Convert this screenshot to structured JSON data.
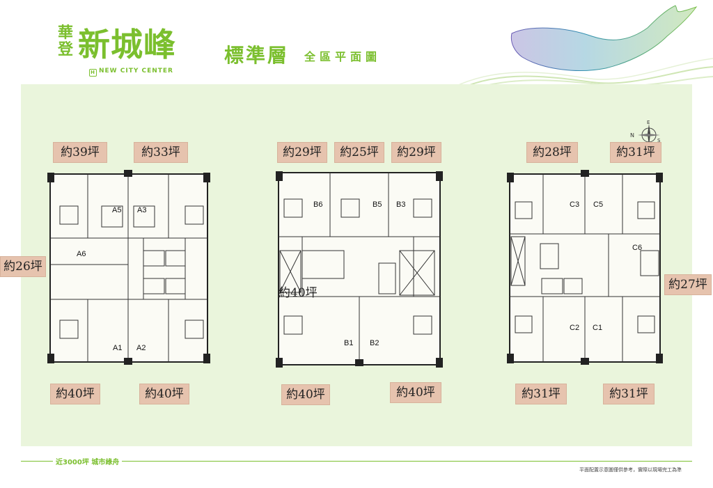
{
  "brand": {
    "prefix_top": "華",
    "prefix_bottom": "登",
    "name": "新城峰",
    "subtitle": "NEW CITY CENTER",
    "icon_letter": "H"
  },
  "page": {
    "title": "標準層",
    "subtitle": "全區平面圖"
  },
  "footer": {
    "tagline": "近3000坪 城市綠舟",
    "disclaimer": "平面配置示意圖僅供參考，實際以現場完工為準"
  },
  "compass": {
    "n": "N",
    "e": "E",
    "s": "S"
  },
  "buildings": {
    "a": {
      "units": {
        "a1": "A1",
        "a2": "A2",
        "a3": "A3",
        "a5": "A5",
        "a6": "A6"
      }
    },
    "b": {
      "units": {
        "b1": "B1",
        "b2": "B2",
        "b3": "B3",
        "b5": "B5",
        "b6": "B6"
      }
    },
    "c": {
      "units": {
        "c1": "C1",
        "c2": "C2",
        "c3": "C3",
        "c5": "C5",
        "c6": "C6"
      }
    }
  },
  "areas": {
    "a_top_left": "約39坪",
    "a_top_right": "約33坪",
    "a_left": "約26坪",
    "a_bottom_left": "約40坪",
    "a_bottom_right": "約40坪",
    "b_top_left": "約29坪",
    "b_top_mid": "約25坪",
    "b_top_right": "約29坪",
    "b_overlap": "約40坪",
    "b_bottom_left": "約40坪",
    "b_bottom_right": "約40坪",
    "c_top_left": "約28坪",
    "c_top_right": "約31坪",
    "c_right": "約27坪",
    "c_bottom_left": "約31坪",
    "c_bottom_right": "約31坪"
  }
}
